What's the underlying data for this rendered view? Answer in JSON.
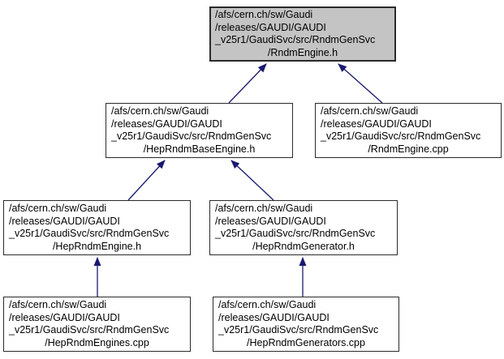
{
  "graph": {
    "kind": "include-dependency-graph",
    "arrow_color": "#191970",
    "node_border_color": "#2b2b2b",
    "node_fill_color": "#ffffff",
    "highlighted_node_fill_color": "#c4c4c4",
    "nodes": [
      {
        "id": "RndmEngine.h",
        "highlighted": true,
        "lines": [
          "/afs/cern.ch/sw/Gaudi",
          "/releases/GAUDI/GAUDI",
          "_v25r1/GaudiSvc/src/RndmGenSvc",
          "/RndmEngine.h"
        ]
      },
      {
        "id": "HepRndmBaseEngine.h",
        "highlighted": false,
        "lines": [
          "/afs/cern.ch/sw/Gaudi",
          "/releases/GAUDI/GAUDI",
          "_v25r1/GaudiSvc/src/RndmGenSvc",
          "/HepRndmBaseEngine.h"
        ]
      },
      {
        "id": "RndmEngine.cpp",
        "highlighted": false,
        "lines": [
          "/afs/cern.ch/sw/Gaudi",
          "/releases/GAUDI/GAUDI",
          "_v25r1/GaudiSvc/src/RndmGenSvc",
          "/RndmEngine.cpp"
        ]
      },
      {
        "id": "HepRndmEngine.h",
        "highlighted": false,
        "lines": [
          "/afs/cern.ch/sw/Gaudi",
          "/releases/GAUDI/GAUDI",
          "_v25r1/GaudiSvc/src/RndmGenSvc",
          "/HepRndmEngine.h"
        ]
      },
      {
        "id": "HepRndmGenerator.h",
        "highlighted": false,
        "lines": [
          "/afs/cern.ch/sw/Gaudi",
          "/releases/GAUDI/GAUDI",
          "_v25r1/GaudiSvc/src/RndmGenSvc",
          "/HepRndmGenerator.h"
        ]
      },
      {
        "id": "HepRndmEngines.cpp",
        "highlighted": false,
        "lines": [
          "/afs/cern.ch/sw/Gaudi",
          "/releases/GAUDI/GAUDI",
          "_v25r1/GaudiSvc/src/RndmGenSvc",
          "/HepRndmEngines.cpp"
        ]
      },
      {
        "id": "HepRndmGenerators.cpp",
        "highlighted": false,
        "lines": [
          "/afs/cern.ch/sw/Gaudi",
          "/releases/GAUDI/GAUDI",
          "_v25r1/GaudiSvc/src/RndmGenSvc",
          "/HepRndmGenerators.cpp"
        ]
      }
    ],
    "edges": [
      {
        "from": "HepRndmBaseEngine.h",
        "to": "RndmEngine.h"
      },
      {
        "from": "RndmEngine.cpp",
        "to": "RndmEngine.h"
      },
      {
        "from": "HepRndmEngine.h",
        "to": "HepRndmBaseEngine.h"
      },
      {
        "from": "HepRndmGenerator.h",
        "to": "HepRndmBaseEngine.h"
      },
      {
        "from": "HepRndmEngines.cpp",
        "to": "HepRndmEngine.h"
      },
      {
        "from": "HepRndmGenerators.cpp",
        "to": "HepRndmGenerator.h"
      }
    ]
  }
}
